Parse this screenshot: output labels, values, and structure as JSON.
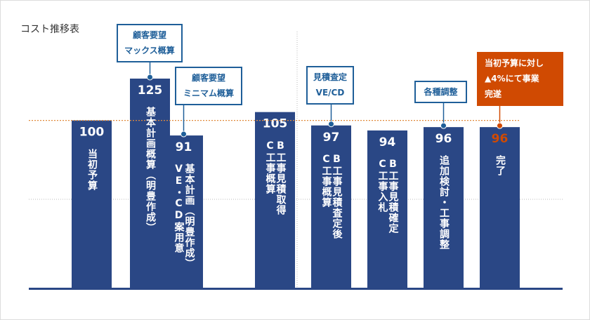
{
  "chart_data": {
    "type": "bar",
    "title": "コスト推移表",
    "xlabel": "",
    "ylabel": "",
    "ylim": [
      0,
      140
    ],
    "reference_value": 100,
    "grid": false,
    "colors": {
      "bar": "#2a4785",
      "accent": "#d04a02",
      "callout_border": "#1f5f99",
      "guide": "#e08a3c",
      "baseline": "#2a4785"
    },
    "categories": [
      "当初予算",
      "基本計画概算（明豊作成）",
      "基本計画（明豊作成）\nVE・CD案用意",
      "B工事見積取得\nC工事概算",
      "B工事見積査定後\nC工事概算",
      "B工事見積確定\nC工事入札",
      "追加検討・工事調整",
      "完了"
    ],
    "values": [
      100,
      125,
      91,
      105,
      97,
      94,
      96,
      96
    ],
    "value_labels": [
      "100",
      "125",
      "91",
      "105",
      "97",
      "94",
      "96",
      "96"
    ],
    "annotations": [
      {
        "bar": 1,
        "text": "顧客要望\nマックス概算"
      },
      {
        "bar": 2,
        "text": "顧客要望\nミニマム概算"
      },
      {
        "bar": 4,
        "text": "見積査定\nVE/CD"
      },
      {
        "bar": 6,
        "text": "各種調整"
      },
      {
        "bar": 7,
        "text": "当初予算に対し\n▲4%にて事業\n完遂",
        "highlight": true
      }
    ]
  }
}
